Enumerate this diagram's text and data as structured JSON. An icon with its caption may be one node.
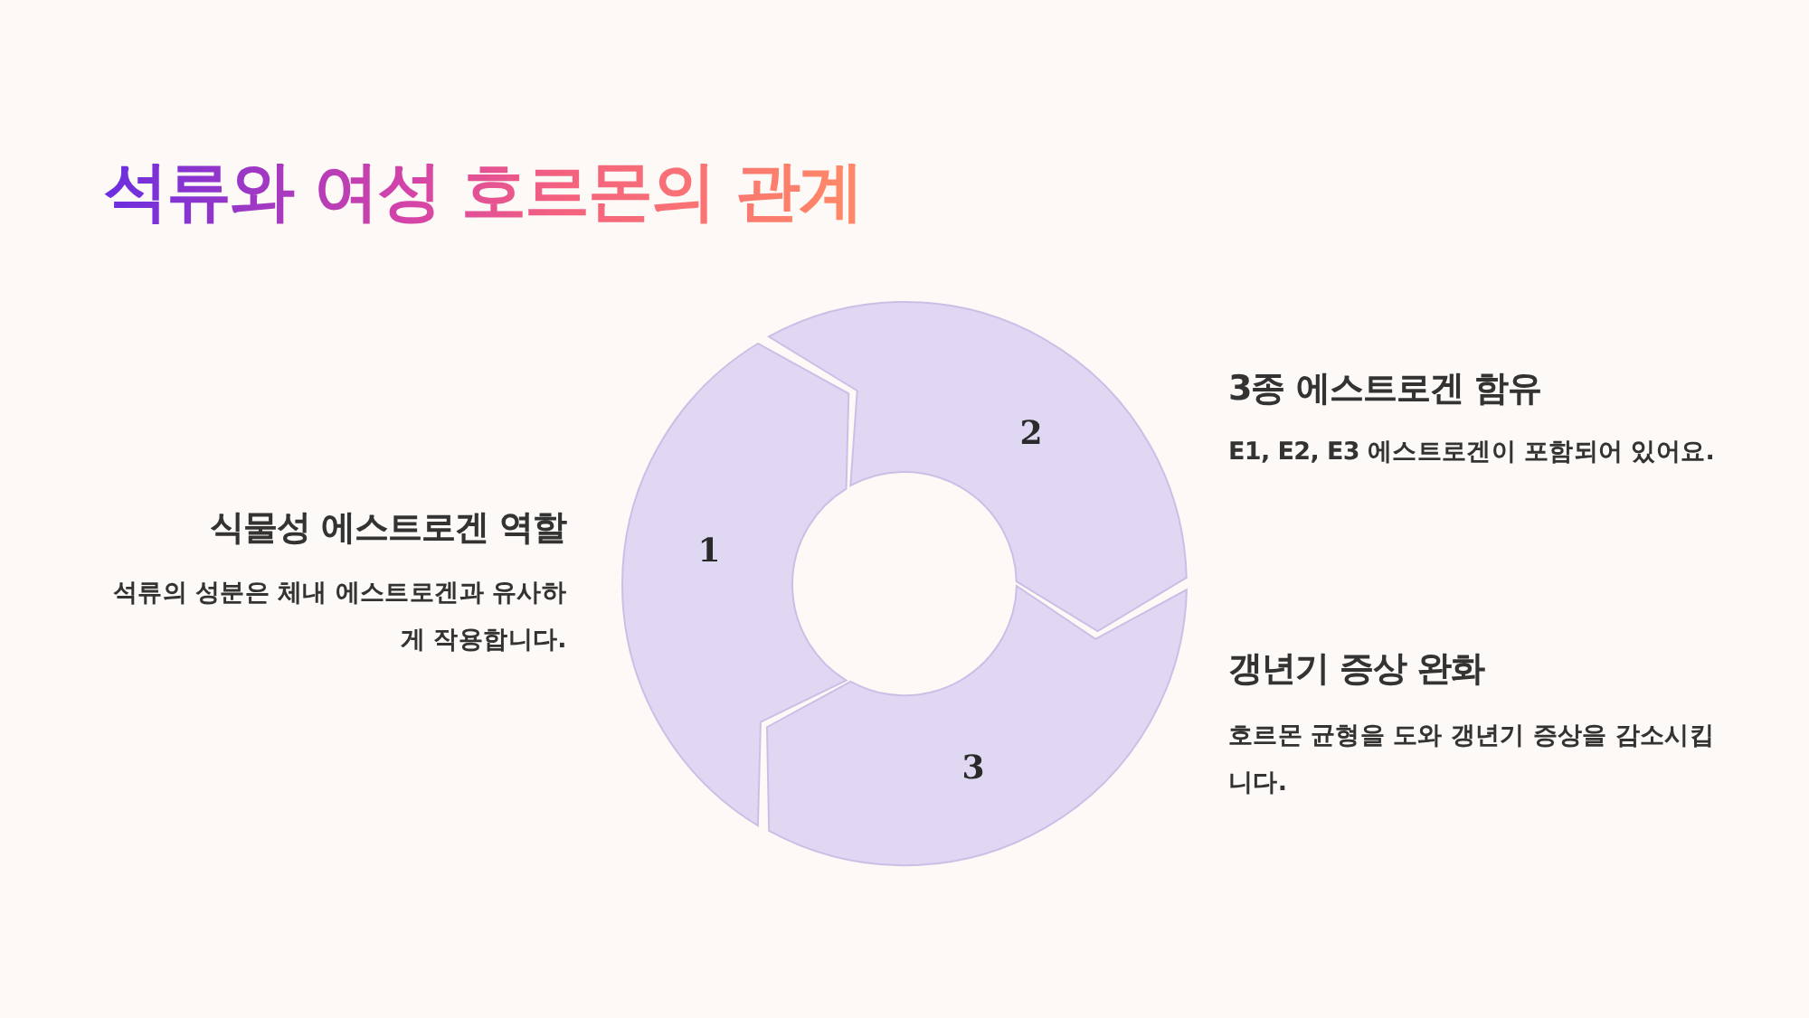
{
  "diagram": {
    "title": "석류와 여성 호르몬의 관계",
    "nodes": [
      {
        "text": [
          "1"
        ],
        "beside": [
          "식물성 에스트로겐 역할",
          "석류의 성분은 체내 에스트로겐과 유사하게 작용합니다."
        ]
      },
      {
        "text": [
          "2"
        ],
        "beside": [
          "3종 에스트로겐 함유",
          "E1, E2, E3 에스트로겐이 포함되어 있어요."
        ]
      },
      {
        "text": [
          "3"
        ],
        "beside": [
          "갱년기 증상 완화",
          "호르몬 균형을 도와 갱년기 증상을 감소시킵니다."
        ]
      }
    ]
  }
}
